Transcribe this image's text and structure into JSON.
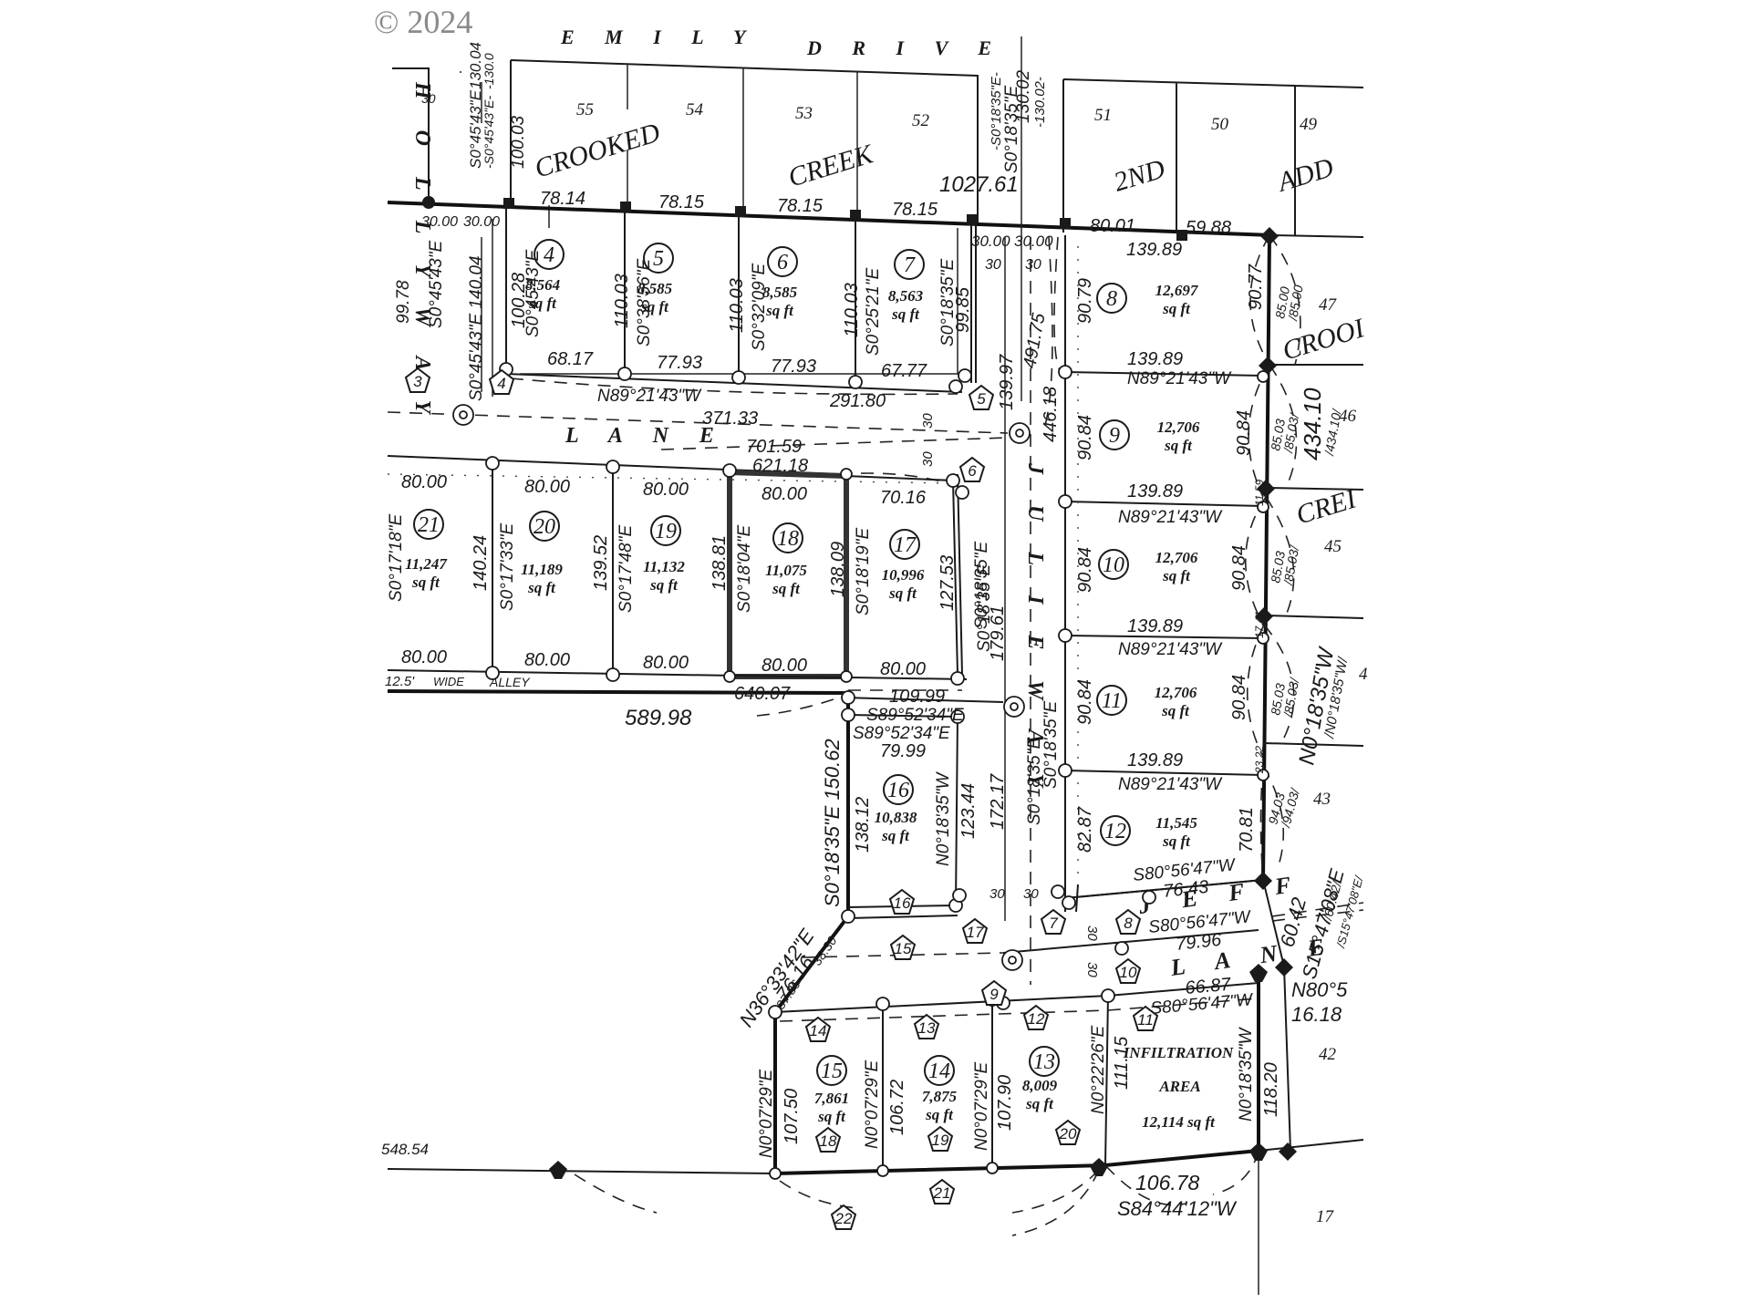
{
  "watermark": {
    "copyright": "© 2024"
  },
  "subdivision": {
    "name_words": [
      "CROOKED",
      "CREEK",
      "2ND",
      "ADD"
    ],
    "right_labels": [
      "CROOI",
      "CREI"
    ]
  },
  "streets": {
    "emily_drive": [
      "E M I L Y",
      "D R I V E"
    ],
    "holly_way": "H O L L Y   W A Y",
    "lane_upper": "L A N E",
    "julie_way": "J U L I E   W A Y",
    "jeff_lane": [
      "J E F F",
      "L A N E"
    ],
    "alley": [
      "12.5'",
      "WIDE",
      "ALLEY"
    ]
  },
  "lots": [
    {
      "no": "4",
      "area": "8,564",
      "unit": "sq ft"
    },
    {
      "no": "5",
      "area": "8,585",
      "unit": "sq ft"
    },
    {
      "no": "6",
      "area": "8,585",
      "unit": "sq ft"
    },
    {
      "no": "7",
      "area": "8,563",
      "unit": "sq ft"
    },
    {
      "no": "8",
      "area": "12,697",
      "unit": "sq ft"
    },
    {
      "no": "9",
      "area": "12,706",
      "unit": "sq ft"
    },
    {
      "no": "10",
      "area": "12,706",
      "unit": "sq ft"
    },
    {
      "no": "11",
      "area": "12,706",
      "unit": "sq ft"
    },
    {
      "no": "12",
      "area": "11,545",
      "unit": "sq ft"
    },
    {
      "no": "13",
      "area": "8,009",
      "unit": "sq ft"
    },
    {
      "no": "14",
      "area": "7,875",
      "unit": "sq ft"
    },
    {
      "no": "15",
      "area": "7,861",
      "unit": "sq ft"
    },
    {
      "no": "16",
      "area": "10,838",
      "unit": "sq ft"
    },
    {
      "no": "17",
      "area": "10,996",
      "unit": "sq ft"
    },
    {
      "no": "18",
      "area": "11,075",
      "unit": "sq ft",
      "highlighted": true
    },
    {
      "no": "19",
      "area": "11,132",
      "unit": "sq ft"
    },
    {
      "no": "20",
      "area": "11,189",
      "unit": "sq ft"
    },
    {
      "no": "21",
      "area": "11,247",
      "unit": "sq ft"
    }
  ],
  "infiltration_area": {
    "line1": "INFILTRATION",
    "line2": "AREA",
    "area": "12,114 sq ft"
  },
  "adjacent_lots": [
    "55",
    "54",
    "53",
    "52",
    "51",
    "50",
    "49",
    "47",
    "46",
    "45",
    "43",
    "42",
    "17",
    "4"
  ],
  "curve_markers": [
    "3",
    "4",
    "5",
    "6",
    "7",
    "8",
    "9",
    "10",
    "11",
    "12",
    "13",
    "14",
    "15",
    "16",
    "17",
    "18",
    "19",
    "20",
    "21",
    "22"
  ],
  "dimensions": {
    "emily_frontage": [
      "78.14",
      "78.15",
      "78.15",
      "78.15"
    ],
    "row_top_rear": [
      "68.17",
      "77.93",
      "77.93",
      "67.77"
    ],
    "row_top_total": "291.80",
    "row_top_bearing": "N89°21'43\"W",
    "lot_depths_top": [
      "100.28",
      "110.03",
      "110.03",
      "110.03",
      "99.85"
    ],
    "lot_bearings_top": [
      "S0°45'43\"E",
      "S0°38'56\"E",
      "S0°32'09\"E",
      "S0°25'21\"E",
      "S0°18'35\"E"
    ],
    "holly": [
      "99.78",
      "S0°45'43\"E",
      "S0°45'43\"E 140.04",
      "30.00",
      "30.00",
      "100.03",
      "S0°45'43\"E",
      "-S0°45'43\"E-",
      "130.04",
      "-130.0",
      "30"
    ],
    "julie_top": [
      "S0°18'35\"E",
      "-S0°18'35\"E-",
      "130.02",
      "-130.02-",
      "30.00",
      "30.00",
      "30",
      "30"
    ],
    "long_line": "1027.61",
    "east_top": [
      "80.01",
      "59.88",
      "139.89",
      "90.77",
      "85.00",
      "/85.00"
    ],
    "east_lots": {
      "widths": [
        "139.89",
        "139.89",
        "139.89",
        "139.89",
        "139.89"
      ],
      "bearing": "N89°21'43\"W",
      "depths": [
        "90.79",
        "90.84",
        "90.84",
        "90.84",
        "82.87"
      ],
      "rear": [
        "90.84",
        "90.84",
        "90.84"
      ],
      "arc": [
        "85.03",
        "/85.03/",
        "85.03",
        "/85.03/",
        "85.03",
        "/85.03/",
        "94.03",
        "/94.03/"
      ],
      "small": [
        "11.59",
        "17.41",
        "23.22"
      ],
      "east_total": "434.10",
      "east_total_rec": "/434.10/",
      "east_bearing": "N0°18'35\"W",
      "east_bearing_rec": "/N0°18'35\"W/",
      "lot12_east": "70.81"
    },
    "julie_centerline": [
      "139.97",
      "491.75",
      "446.18",
      "179.61",
      "172.17",
      "S0°18'35\"E",
      "S0°18'35\"E",
      "S0°18'35\"E"
    ],
    "lane": [
      "371.33",
      "701.59",
      "621.18",
      "30",
      "30"
    ],
    "row_mid_front": [
      "80.00",
      "80.00",
      "80.00",
      "80.00",
      "70.16"
    ],
    "row_mid_rear": [
      "80.00",
      "80.00",
      "80.00",
      "80.00",
      "80.00"
    ],
    "row_mid_depths": [
      "140.24",
      "139.52",
      "138.81",
      "138.09",
      "127.53"
    ],
    "row_mid_bearings": [
      "S0°17'18\"E",
      "S0°17'33\"E",
      "S0°17'48\"E",
      "S0°18'04\"E",
      "S0°18'19\"E",
      "S0°18'35\"E"
    ],
    "alley": [
      "640.07",
      "589.98",
      "109.99",
      "S89°52'34\"E"
    ],
    "lot16": [
      "S89°52'34\"E",
      "79.99",
      "138.12",
      "N0°18'35\"W",
      "123.44",
      "S0°18'35\"E 150.62"
    ],
    "jeff": [
      "S80°56'47\"W",
      "76.43",
      "S80°56'47\"W",
      "79.96",
      "60.42",
      "S15°47'08\"E",
      "/60.42/",
      "/S15°47'08\"E/",
      "N80°5",
      "16.18",
      "30",
      "30",
      "30",
      "30"
    ],
    "diag": [
      "N36°33'42\"E",
      "76.16",
      "38.30",
      "37.86"
    ],
    "south_row": {
      "bearings": [
        "N0°07'29\"E",
        "N0°07'29\"E",
        "N0°07'29\"E",
        "N0°22'26\"E",
        "N0°18'35\"W"
      ],
      "depths": [
        "107.50",
        "106.72",
        "107.90",
        "111.15",
        "118.20"
      ],
      "front": [
        "66.87",
        "S80°56'47\"W"
      ],
      "rear": [
        "106.78",
        "S84°44'12\"W"
      ],
      "west": "548.54"
    }
  }
}
